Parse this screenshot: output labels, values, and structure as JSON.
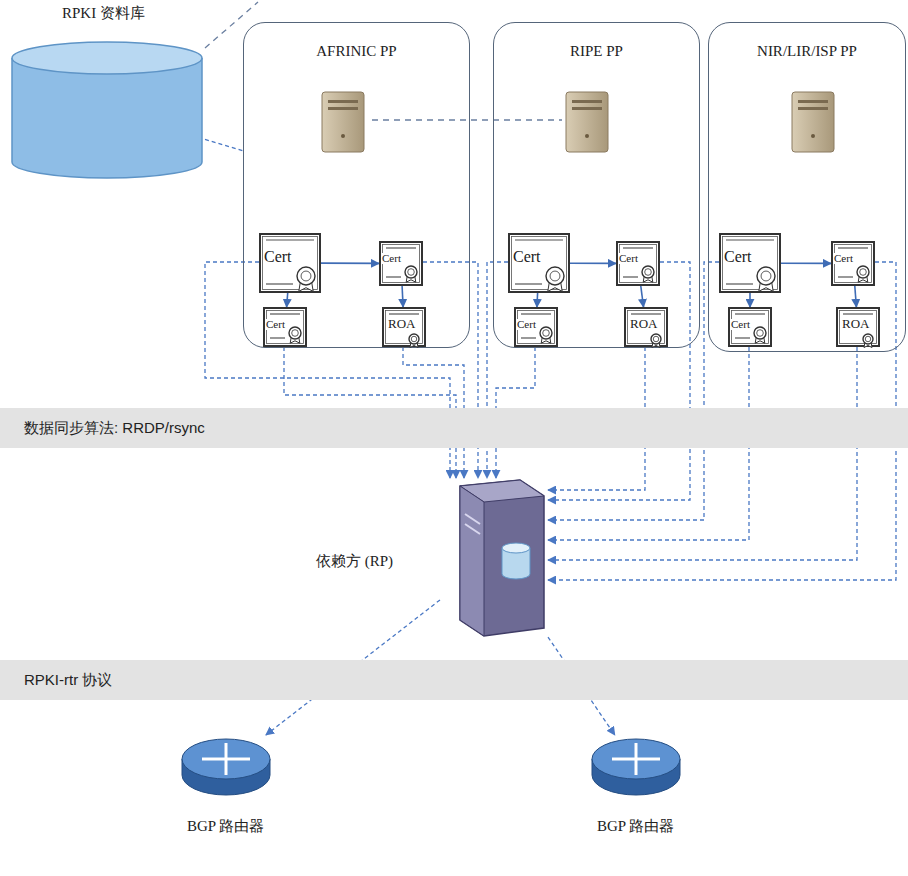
{
  "diagram": {
    "nodes": [
      {
        "text": [
          "RPKI 资料库"
        ]
      },
      {
        "text": [
          "AFRINIC PP"
        ]
      },
      {
        "text": [
          "Cert"
        ],
        "in": 1
      },
      {
        "text": [
          "Cert"
        ],
        "in": 1
      },
      {
        "text": [
          "Cert"
        ],
        "in": 1
      },
      {
        "text": [
          "ROA"
        ],
        "in": 1
      },
      {
        "text": [
          "RIPE PP"
        ]
      },
      {
        "text": [
          "Cert"
        ],
        "in": 6
      },
      {
        "text": [
          "Cert"
        ],
        "in": 6
      },
      {
        "text": [
          "Cert"
        ],
        "in": 6
      },
      {
        "text": [
          "ROA"
        ],
        "in": 6
      },
      {
        "text": [
          "NIR/LIR/ISP PP"
        ]
      },
      {
        "text": [
          "Cert"
        ],
        "in": 11
      },
      {
        "text": [
          "Cert"
        ],
        "in": 11
      },
      {
        "text": [
          "Cert"
        ],
        "in": 11
      },
      {
        "text": [
          "ROA"
        ],
        "in": 11
      },
      {
        "text": [
          "数据同步算法: RRDP/rsync"
        ]
      },
      {
        "text": [
          "依赖方 (RP)"
        ]
      },
      {
        "text": [
          "RPKI-rtr 协议"
        ]
      },
      {
        "text": [
          "BGP 路由器"
        ]
      },
      {
        "text": [
          "BGP 路由器"
        ]
      }
    ],
    "edges": [
      {
        "from": 2,
        "to": 3,
        "arrow": "to"
      },
      {
        "from": 2,
        "to": 4,
        "arrow": "to"
      },
      {
        "from": 3,
        "to": 5,
        "arrow": "to"
      },
      {
        "from": 7,
        "to": 8,
        "arrow": "to"
      },
      {
        "from": 7,
        "to": 9,
        "arrow": "to"
      },
      {
        "from": 8,
        "to": 10,
        "arrow": "to"
      },
      {
        "from": 12,
        "to": 13,
        "arrow": "to"
      },
      {
        "from": 12,
        "to": 14,
        "arrow": "to"
      },
      {
        "from": 13,
        "to": 15,
        "arrow": "to"
      },
      {
        "from": 2,
        "to": 17,
        "arrow": "to"
      },
      {
        "from": 3,
        "to": 17,
        "arrow": "to"
      },
      {
        "from": 4,
        "to": 17,
        "arrow": "to"
      },
      {
        "from": 5,
        "to": 17,
        "arrow": "to"
      },
      {
        "from": 7,
        "to": 17,
        "arrow": "to"
      },
      {
        "from": 8,
        "to": 17,
        "arrow": "to"
      },
      {
        "from": 9,
        "to": 17,
        "arrow": "to"
      },
      {
        "from": 10,
        "to": 17,
        "arrow": "to"
      },
      {
        "from": 12,
        "to": 17,
        "arrow": "to"
      },
      {
        "from": 13,
        "to": 17,
        "arrow": "to"
      },
      {
        "from": 14,
        "to": 17,
        "arrow": "to"
      },
      {
        "from": 15,
        "to": 17,
        "arrow": "to"
      },
      {
        "from": 17,
        "to": 19,
        "arrow": "to"
      },
      {
        "from": 17,
        "to": 20,
        "arrow": "to"
      },
      {
        "from": 0,
        "to": 1,
        "arrow": "none"
      }
    ]
  }
}
